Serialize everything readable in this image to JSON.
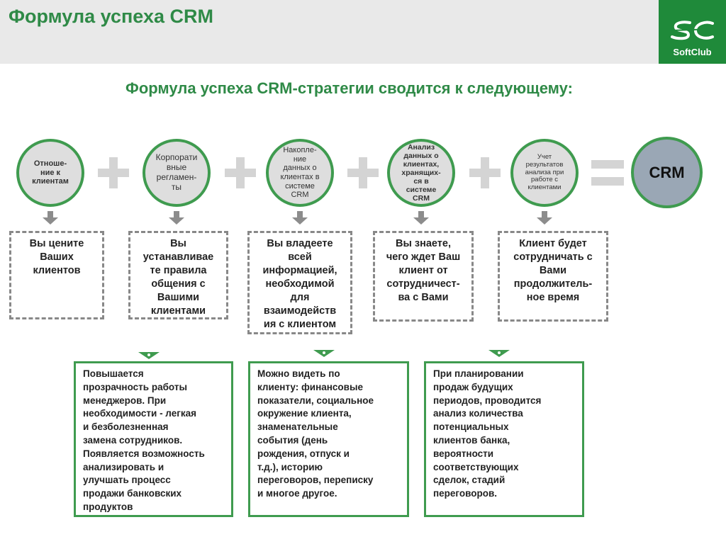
{
  "header": {
    "title": "Формула успеха CRM",
    "logo_text": "SoftClub",
    "logo_mark": "SC"
  },
  "subtitle": "Формула успеха CRM-стратегии сводится к следующему:",
  "circles": [
    {
      "lines": [
        "Отноше-",
        "ние к",
        "клиентам"
      ]
    },
    {
      "lines": [
        "Корпорати",
        "вные",
        "регламен-",
        "ты"
      ]
    },
    {
      "lines": [
        "Накопле-",
        "ние",
        "данных о",
        "клиентах в",
        "системе",
        "CRM"
      ]
    },
    {
      "lines": [
        "Анализ",
        "данных о",
        "клиентах,",
        "хранящих-",
        "ся в",
        "системе",
        "CRM"
      ]
    },
    {
      "lines": [
        "Учет",
        "результатов",
        "анализа при",
        "работе с",
        "клиентами"
      ]
    }
  ],
  "result": "CRM",
  "dashed_boxes": [
    {
      "lines": [
        "Вы цените",
        "Ваших",
        "клиентов"
      ]
    },
    {
      "lines": [
        "Вы",
        "устанавливае",
        "те правила",
        "общения с",
        "Вашими",
        "клиентами"
      ]
    },
    {
      "lines": [
        "Вы владеете",
        "всей",
        "информацией,",
        "необходимой",
        "для",
        "взаимодейств",
        "ия с клиентом"
      ]
    },
    {
      "lines": [
        "Вы знаете,",
        "чего ждет Ваш",
        "клиент от",
        "сотрудничест-",
        "ва с Вами"
      ]
    },
    {
      "lines": [
        "Клиент будет",
        "сотрудничать с",
        "Вами",
        "продолжитель-",
        "ное время"
      ]
    }
  ],
  "green_boxes": [
    {
      "lines": [
        "Повышается",
        "прозрачность работы",
        "менеджеров. При",
        "необходимости - легкая",
        "и безболезненная",
        "замена сотрудников.",
        "Появляется возможность",
        "анализировать и",
        "улучшать процесс",
        "продажи банковских",
        "продуктов"
      ]
    },
    {
      "lines": [
        "Можно видеть по",
        "клиенту: финансовые",
        "показатели, социальное",
        "окружение клиента,",
        "знаменательные",
        "события (день",
        "рождения, отпуск и",
        "т.д.), историю",
        "переговоров, переписку",
        "и многое другое."
      ]
    },
    {
      "lines": [
        "При планировании",
        "продаж будущих",
        "периодов, проводится",
        "анализ количества",
        "потенциальных",
        "клиентов банка,",
        "вероятности",
        "соответствующих",
        "сделок, стадий",
        "переговоров."
      ]
    }
  ],
  "colors": {
    "accent_green": "#3f9b4f",
    "title_green": "#2f8a47",
    "logo_bg": "#1f8a3a",
    "circle_bg": "#dedede",
    "crm_bg": "#9aa7b5",
    "header_bg": "#e9e9e9"
  }
}
